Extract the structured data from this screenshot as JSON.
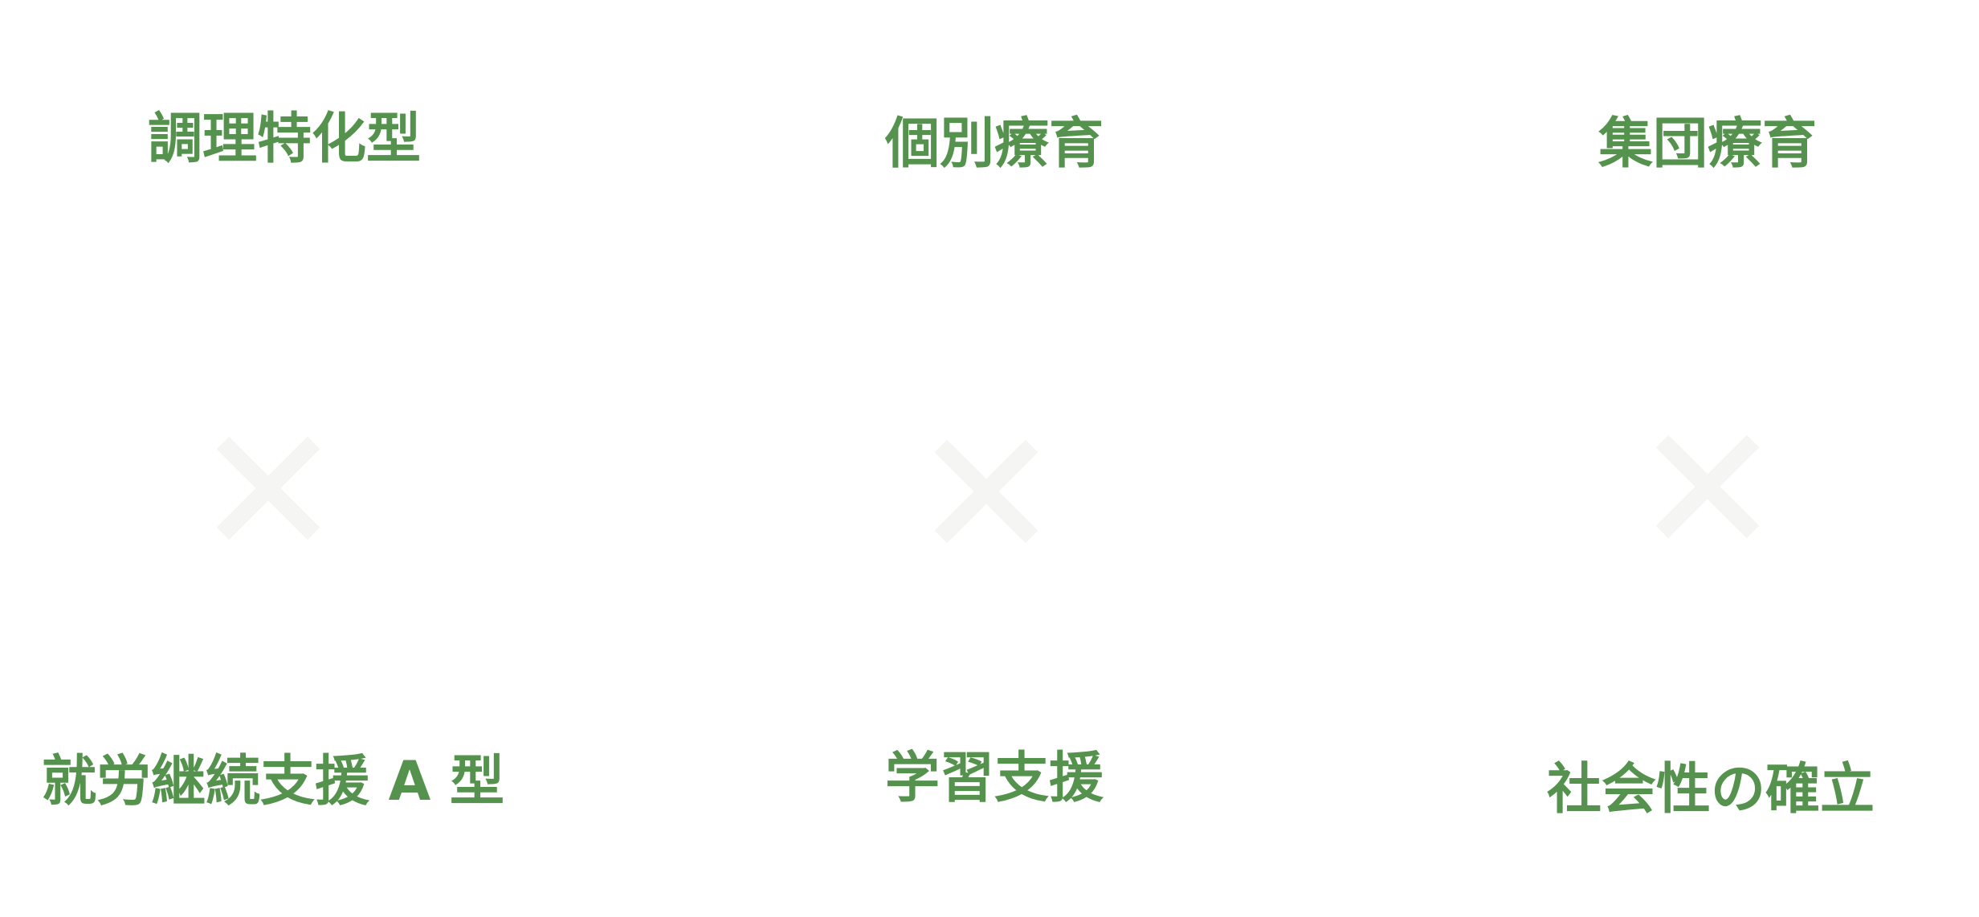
{
  "columns": [
    {
      "top_label": "調理特化型",
      "bottom_label": "就労継続支援 A 型",
      "separator_icon": "cross-icon"
    },
    {
      "top_label": "個別療育",
      "bottom_label": "学習支援",
      "separator_icon": "cross-icon"
    },
    {
      "top_label": "集団療育",
      "bottom_label": "社会性の確立",
      "separator_icon": "cross-icon"
    }
  ],
  "colors": {
    "label": "#55924e",
    "cross": "#f5f5f3",
    "background": "#ffffff"
  }
}
